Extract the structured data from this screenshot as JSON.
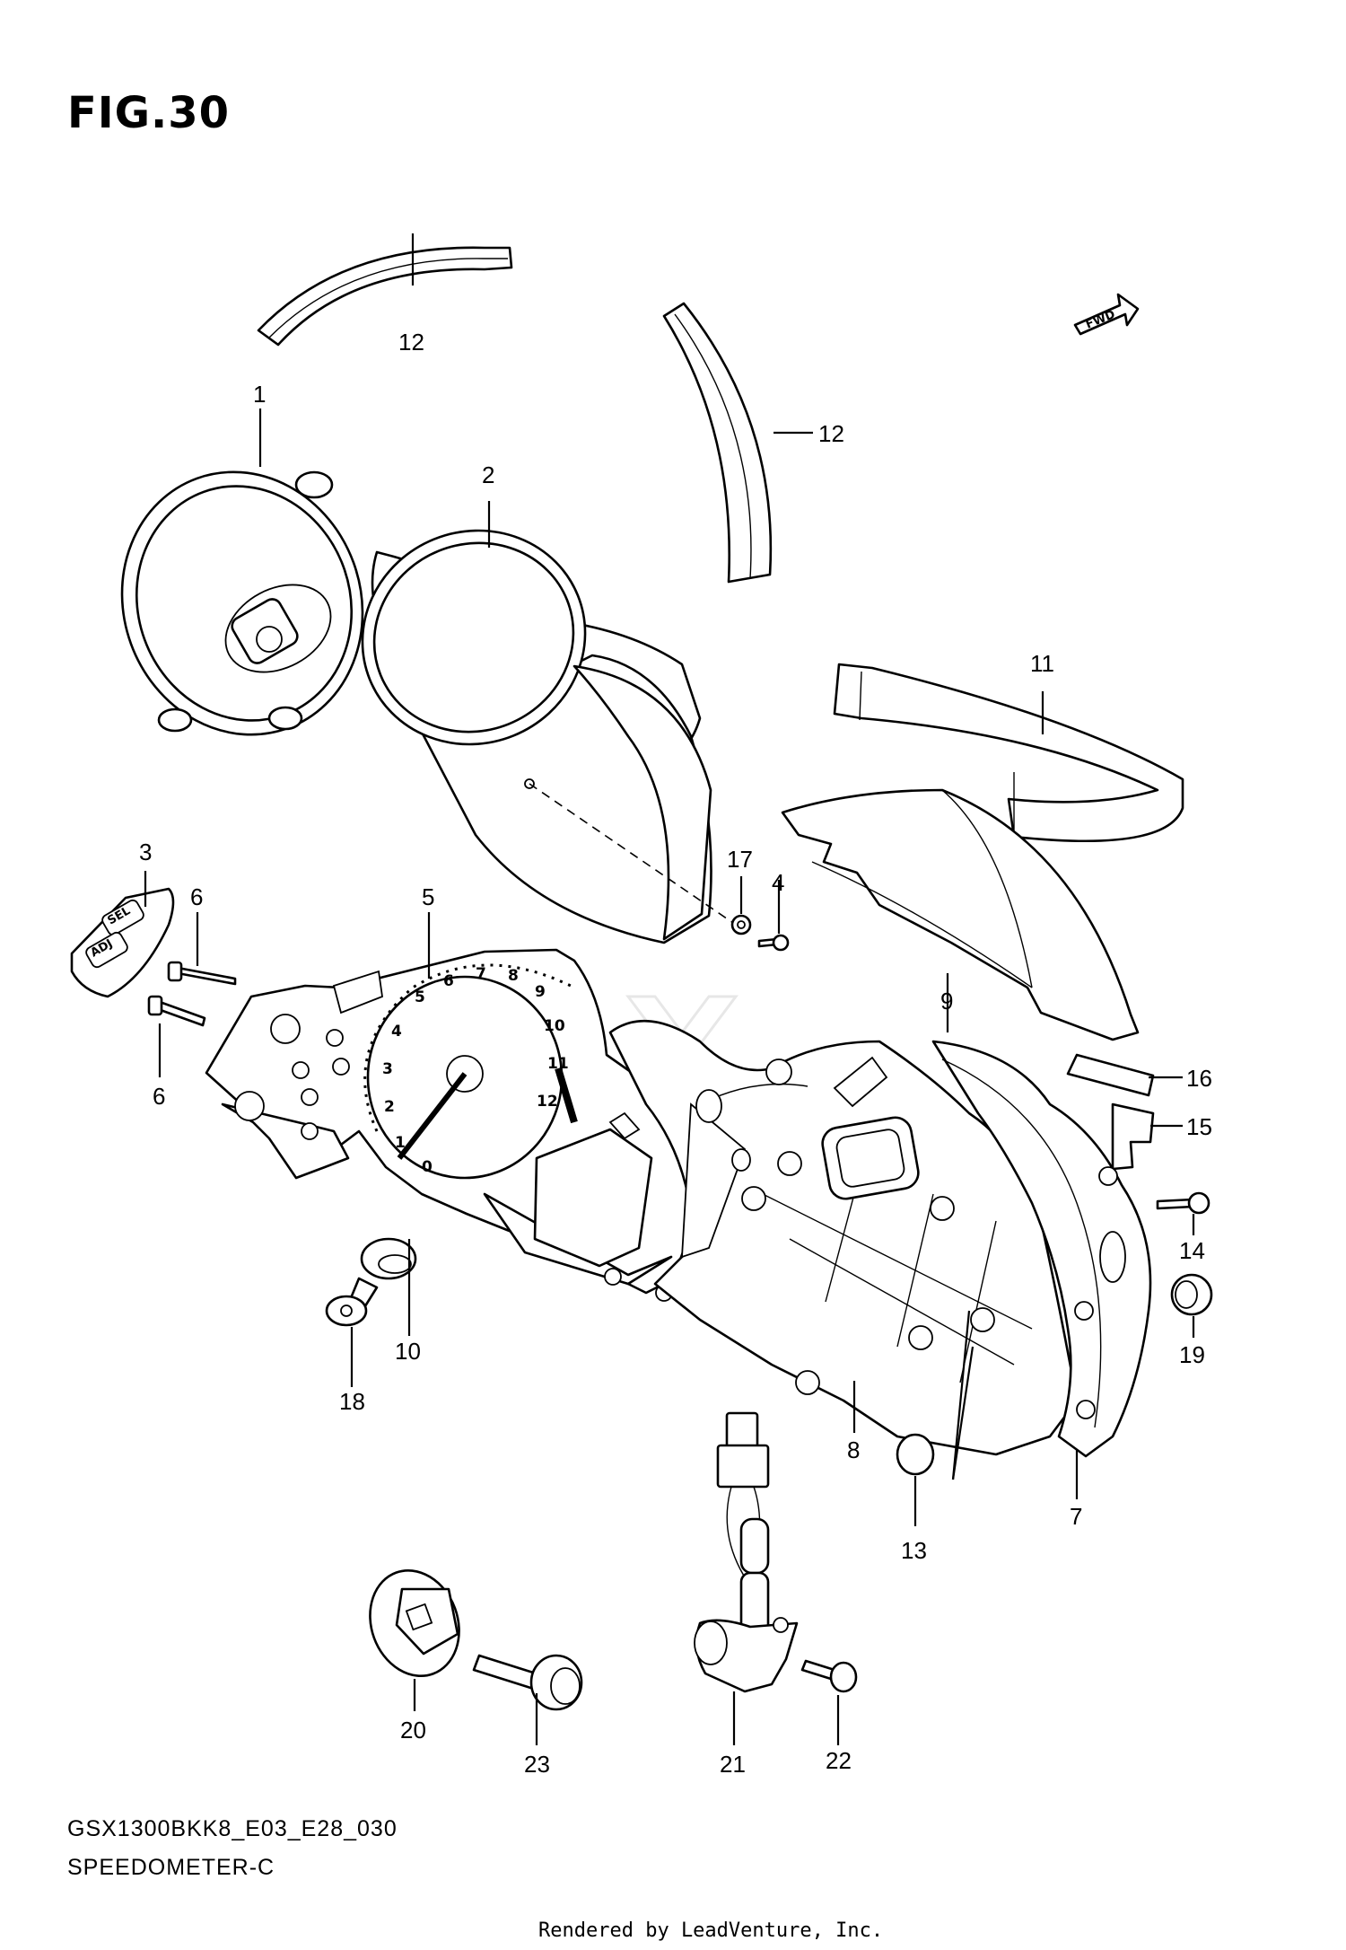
{
  "figure": {
    "title": "FIG.30",
    "code": "GSX1300BKK8_E03_E28_030",
    "name": "SPEEDOMETER-C",
    "credit": "Rendered by LeadVenture, Inc.",
    "fwd_label": "FWD"
  },
  "gauge": {
    "numbers": [
      "0",
      "1",
      "2",
      "3",
      "4",
      "5",
      "6",
      "7",
      "8",
      "9",
      "10",
      "11",
      "12"
    ],
    "sel_label": "SEL",
    "adj_label": "ADJ"
  },
  "callouts": {
    "c1": "1",
    "c2": "2",
    "c3": "3",
    "c4": "4",
    "c5": "5",
    "c6a": "6",
    "c6b": "6",
    "c7": "7",
    "c8": "8",
    "c9": "9",
    "c10": "10",
    "c11": "11",
    "c12a": "12",
    "c12b": "12",
    "c13": "13",
    "c14": "14",
    "c15": "15",
    "c16": "16",
    "c17": "17",
    "c18": "18",
    "c19": "19",
    "c20": "20",
    "c21": "21",
    "c22": "22",
    "c23": "23"
  }
}
